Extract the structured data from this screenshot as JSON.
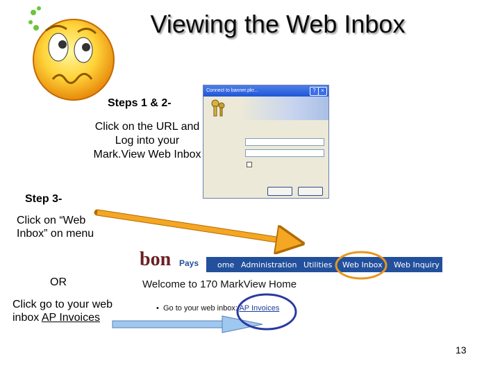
{
  "slide": {
    "title": "Viewing the Web Inbox",
    "steps_1_2_heading": "Steps 1 & 2-",
    "steps_1_2_text": "Click on the URL and Log into your Mark.View Web Inbox",
    "step_3_heading": "Step 3-",
    "step_3_text": "Click on “Web Inbox” on menu",
    "or_text": "OR",
    "alt_text_prefix": "Click go to your web inbox",
    "alt_text_link": "AP Invoices",
    "page_number": "13"
  },
  "login_dialog": {
    "title": "Connect to banner.pkr..."
  },
  "web_app": {
    "logo_text": "bon",
    "logo_sub": "Pays",
    "nav": [
      "ome",
      "Administration",
      "Utilities",
      "Web Inbox",
      "Web Inquiry"
    ],
    "welcome": "Welcome to 170 MarkView Home",
    "bullet_prefix": "Go to your web inbox:",
    "bullet_link": "AP Invoices"
  },
  "colors": {
    "nav_bar": "#22509c",
    "highlight_orange": "#e8961e",
    "highlight_blue": "#2a3aa0",
    "arrow_orange": "#f5a623",
    "arrow_blue": "#9ec8f0"
  }
}
